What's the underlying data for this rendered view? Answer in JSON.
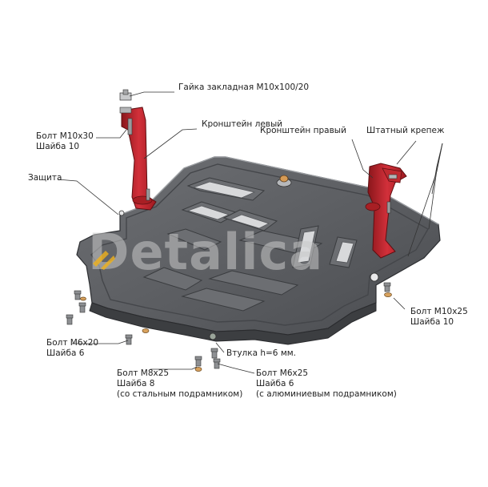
{
  "labels": {
    "nut": "Гайка закладная М10х100/20",
    "bolt_m10x30": "Болт М10х30",
    "washer_10_left": "Шайба 10",
    "bracket_left": "Кронштейн левый",
    "bracket_right": "Кронштейн правый",
    "standard_fastener": "Штатный крепеж",
    "protection": "Защита",
    "bolt_m10x25": "Болт М10х25",
    "washer_10_right": "Шайба 10",
    "bolt_m6x20": "Болт М6х20",
    "washer_6_left": "Шайба 6",
    "sleeve": "Втулка h=6 мм.",
    "bolt_m8x25": "Болт М8х25",
    "washer_8": "Шайба 8",
    "steel_subframe": "(со стальным подрамником)",
    "bolt_m6x25": "Болт М6х25",
    "washer_6_right": "Шайба 6",
    "aluminum_subframe": "(с алюминиевым подрамником)"
  },
  "watermark": "Detalica",
  "colors": {
    "plate": "#5d5f63",
    "plate_dark": "#3e4043",
    "plate_light": "#85888c",
    "bracket": "#c0262b",
    "bracket_dark": "#7e1317",
    "leader": "#333333",
    "accent_logo": "#f0b21b"
  }
}
